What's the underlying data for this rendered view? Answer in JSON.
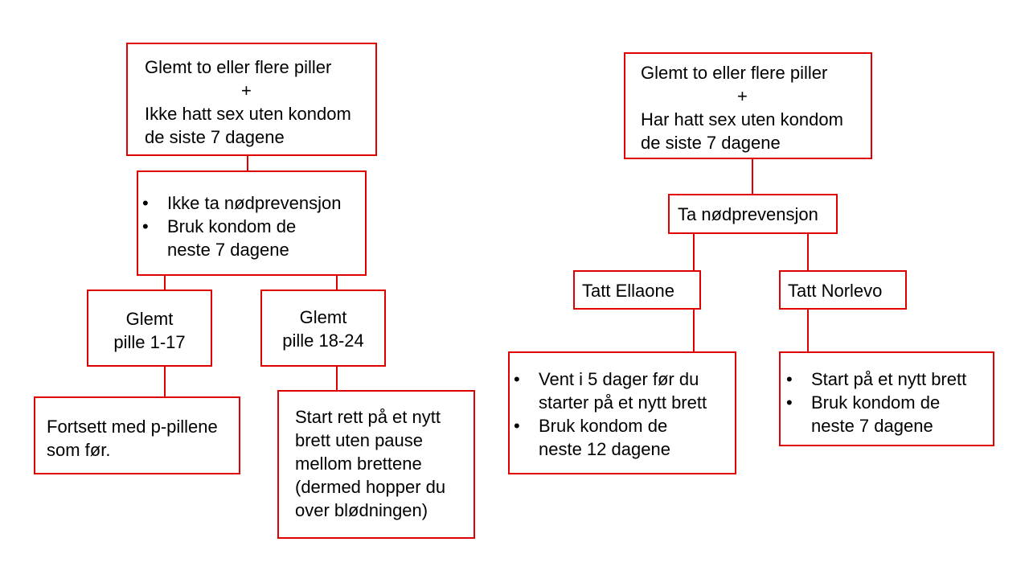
{
  "colors": {
    "border": "#e00000",
    "text": "#000000",
    "background": "#ffffff"
  },
  "left_tree": {
    "root": {
      "lines": [
        "Glemt to eller flere piller",
        "+",
        "Ikke hatt sex uten kondom",
        "de siste 7 dagene"
      ]
    },
    "advice": {
      "items": [
        "Ikke ta nødprevensjon",
        "Bruk kondom de neste 7 dagene"
      ]
    },
    "branch_a": {
      "lines": [
        "Glemt",
        "pille 1-17"
      ]
    },
    "branch_b": {
      "lines": [
        "Glemt",
        "pille 18-24"
      ]
    },
    "result_a": {
      "lines": [
        "Fortsett med p-pillene",
        "som før."
      ]
    },
    "result_b": {
      "lines": [
        "Start rett på et nytt",
        "brett uten pause",
        "mellom brettene",
        "(dermed hopper du",
        "over blødningen)"
      ]
    }
  },
  "right_tree": {
    "root": {
      "lines": [
        "Glemt to eller flere piller",
        "+",
        "Har hatt sex uten kondom",
        "de siste 7 dagene"
      ]
    },
    "action": {
      "label": "Ta nødprevensjon"
    },
    "branch_a": {
      "label": "Tatt Ellaone"
    },
    "branch_b": {
      "label": "Tatt Norlevo"
    },
    "result_a": {
      "items": [
        "Vent i 5 dager før du starter på et nytt brett",
        "Bruk kondom de neste 12 dagene"
      ]
    },
    "result_b": {
      "items": [
        "Start på et nytt brett",
        "Bruk kondom de neste 7 dagene"
      ]
    }
  }
}
